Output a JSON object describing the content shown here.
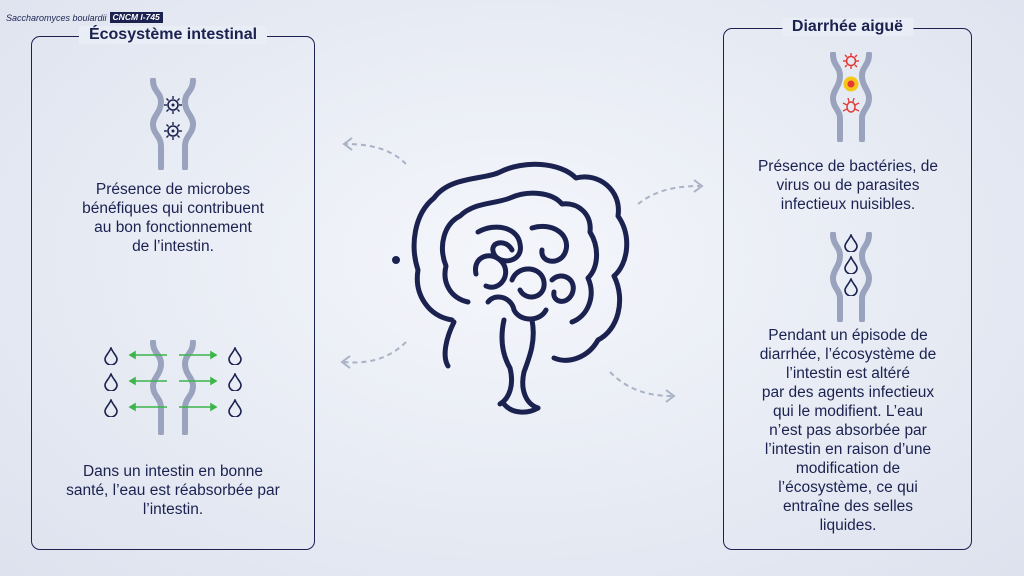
{
  "brand": {
    "species": "Saccharomyces boulardii",
    "strain": "CNCM I-745"
  },
  "left_panel": {
    "title": "Écosystème intestinal",
    "text_top": "Présence de microbes\nbénéfiques qui contribuent\nau bon fonctionnement\nde l’intestin.",
    "text_bottom": "Dans un intestin en bonne\nsanté, l’eau est réabsorbée par\nl’intestin."
  },
  "right_panel": {
    "title": "Diarrhée aiguë",
    "text_top": "Présence de bactéries, de\nvirus ou de parasites\ninfectieux nuisibles.",
    "text_bottom": "Pendant un épisode de\ndiarrhée, l’écosystème de\nl’intestin est altéré\npar des agents infectieux\nqui le modifient. L’eau\nn’est pas absorbée par\nl’intestin en raison d’une\nmodification de\nl’écosystème, ce qui\nentraîne des selles\nliquides."
  },
  "colors": {
    "navy": "#1b2250",
    "tube": "#9aa3bd",
    "arrow_green": "#3cb54a",
    "pathogen_red": "#e53935",
    "pathogen_yellow": "#f5c518",
    "dashed_arrow": "#aab2c6"
  },
  "icons": [
    "intestine-icon",
    "beneficial-microbe-icon",
    "water-drop-icon",
    "absorption-arrow-icon",
    "pathogen-icon",
    "dashed-arrow-icon"
  ]
}
